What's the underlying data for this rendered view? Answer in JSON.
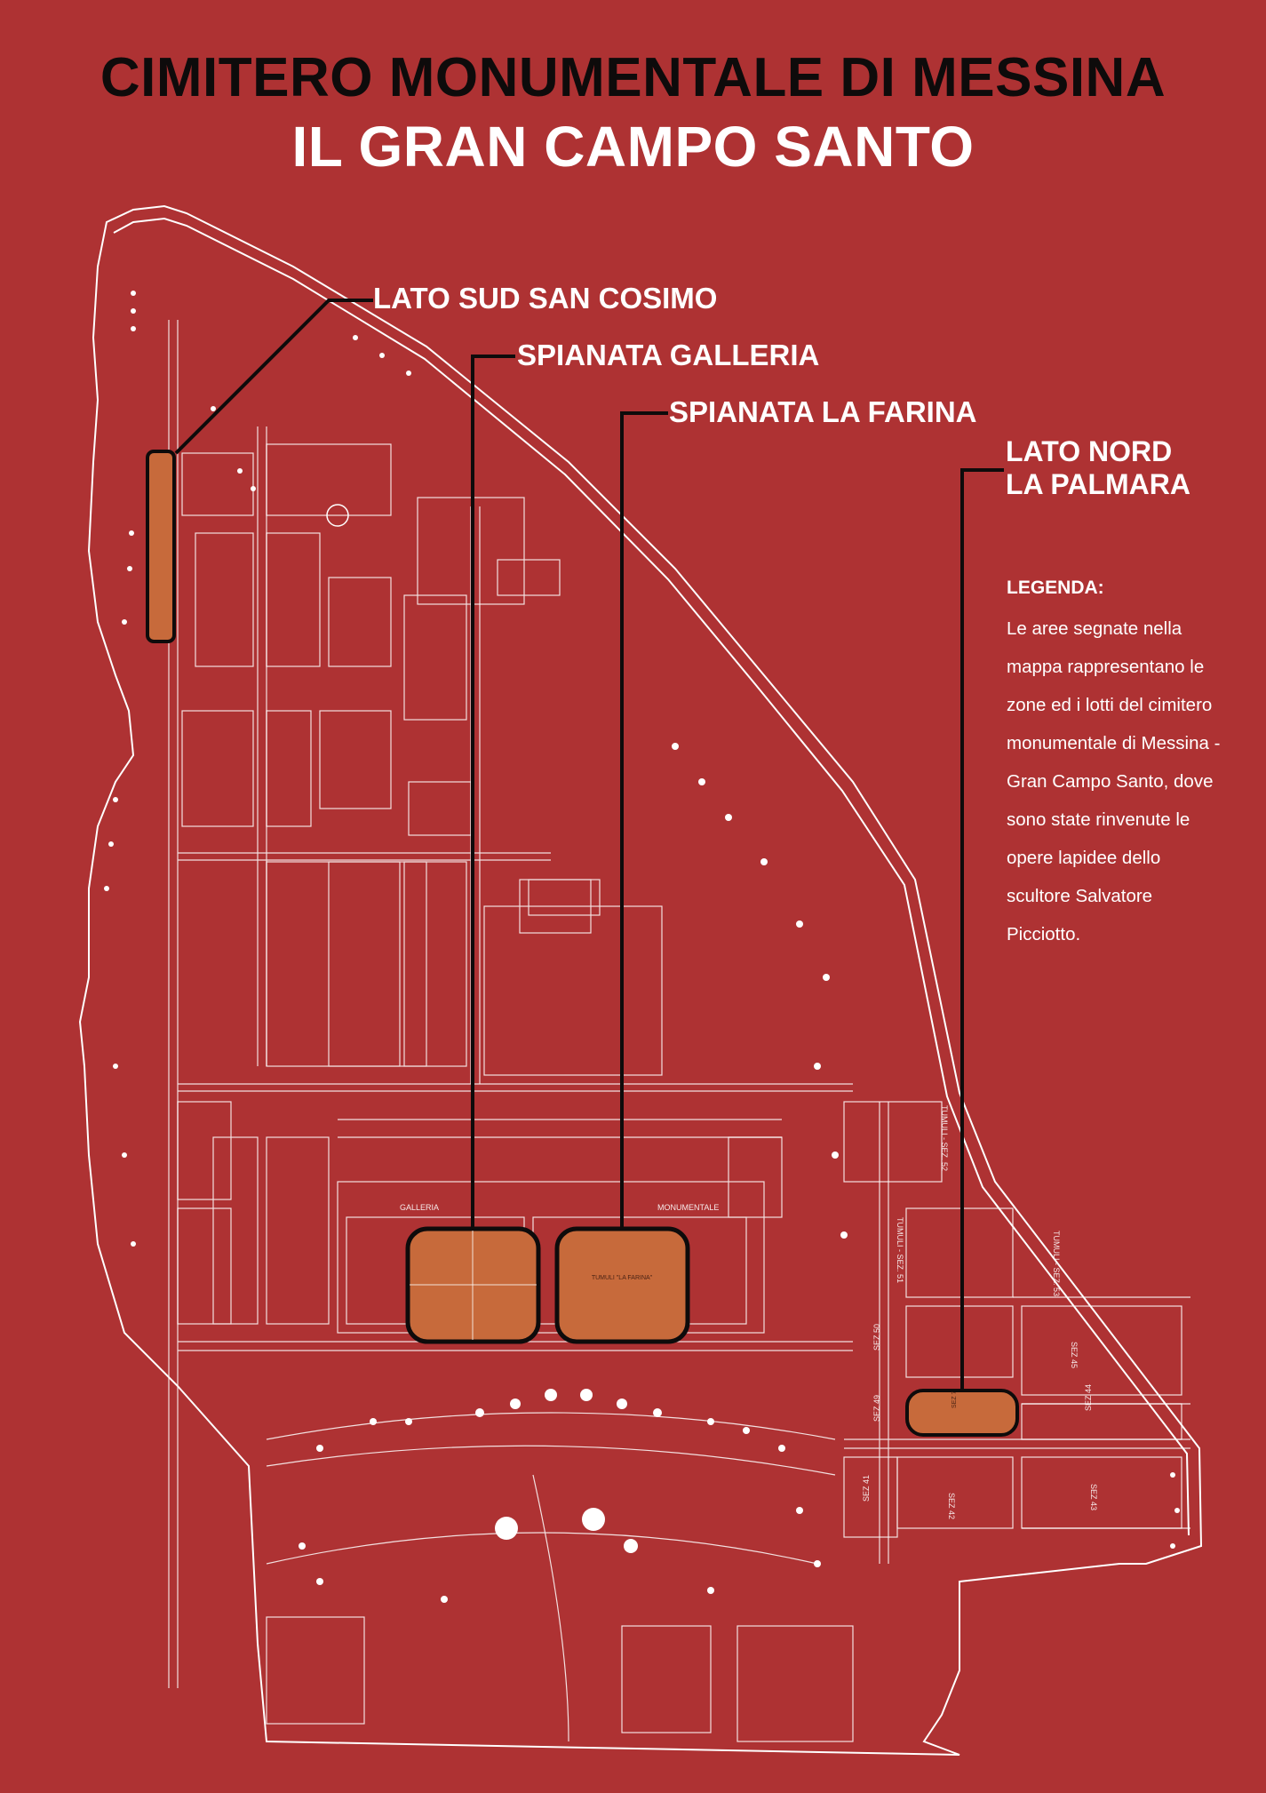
{
  "header": {
    "title_line1": "CIMITERO MONUMENTALE DI MESSINA",
    "title_line2": "IL GRAN CAMPO SANTO"
  },
  "callouts": {
    "sud": "LATO SUD SAN COSIMO",
    "galleria": "SPIANATA GALLERIA",
    "farina": "SPIANATA LA FARINA",
    "nord_line1": "LATO NORD",
    "nord_line2": "LA PALMARA"
  },
  "legend": {
    "title": "LEGENDA:",
    "text": "Le aree segnate nella mappa rappresentano le zone ed i lotti del cimitero monumentale di Messina - Gran Campo Santo, dove sono state rinvenute le opere lapidee dello scultore Salvatore Picciotto."
  },
  "map_labels": {
    "sez42": "SEZ 42",
    "sez43": "SEZ 43",
    "sez44": "SEZ 44",
    "sez45": "SEZ 45",
    "sez41": "SEZ 41",
    "sez50": "SEZ 50",
    "sez49": "SEZ 49",
    "sez51": "TUMULI - SEZ. 51",
    "sez53": "TUMULI - SEZ. 53",
    "sez52": "TUMULI - SEZ. 52",
    "galleria": "GALLERIA",
    "monumentale": "MONUMENTALE",
    "lafarina": "TUMULI \"LA FARINA\"",
    "sez7": "SEZ 7"
  },
  "colors": {
    "background": "#ae3233",
    "highlight_fill": "#c76a3b",
    "title_dark": "#0e0b0b",
    "map_lines": "#ffffff"
  }
}
